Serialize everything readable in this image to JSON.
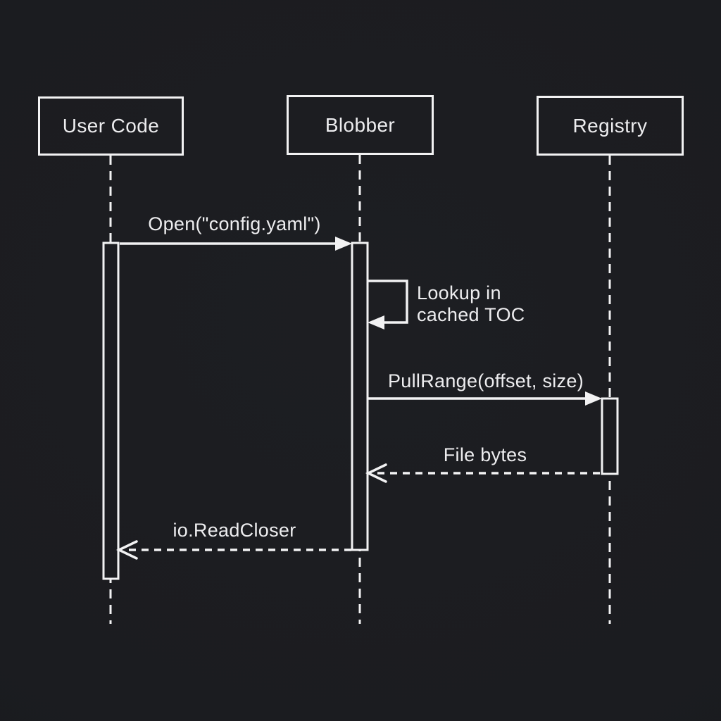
{
  "diagram": {
    "type": "sequence-diagram",
    "theme": {
      "background": "#1b1c20",
      "stroke": "#f2f2f3",
      "text": "#ededef"
    },
    "participants": [
      {
        "id": "user-code",
        "label": "User Code"
      },
      {
        "id": "blobber",
        "label": "Blobber"
      },
      {
        "id": "registry",
        "label": "Registry"
      }
    ],
    "messages": [
      {
        "from": "User Code",
        "to": "Blobber",
        "label": "Open(\"config.yaml\")",
        "line": "solid",
        "arrow": "filled-triangle"
      },
      {
        "from": "Blobber",
        "to": "Blobber",
        "self": true,
        "label": "Lookup in cached TOC",
        "label_lines": [
          "Lookup in",
          "cached TOC"
        ],
        "line": "solid",
        "arrow": "filled-triangle"
      },
      {
        "from": "Blobber",
        "to": "Registry",
        "label": "PullRange(offset, size)",
        "line": "solid",
        "arrow": "filled-triangle"
      },
      {
        "from": "Registry",
        "to": "Blobber",
        "label": "File bytes",
        "line": "dashed",
        "arrow": "open-chevron"
      },
      {
        "from": "Blobber",
        "to": "User Code",
        "label": "io.ReadCloser",
        "line": "dashed",
        "arrow": "open-chevron"
      }
    ]
  }
}
